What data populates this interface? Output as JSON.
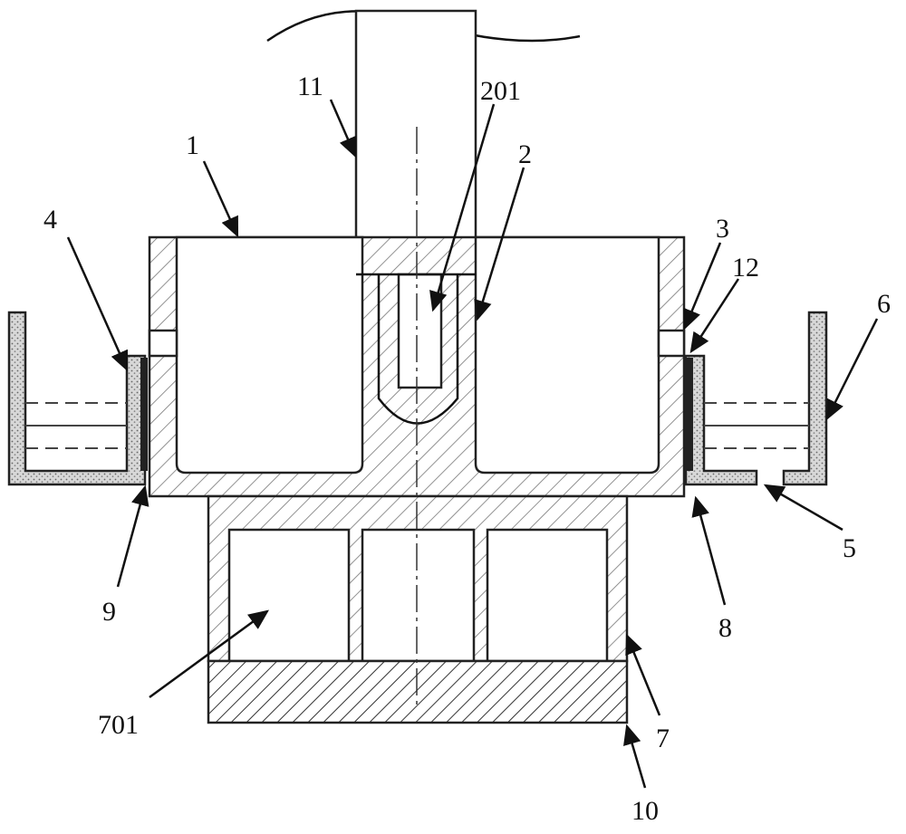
{
  "figure": {
    "labels": {
      "l11": "11",
      "l201": "201",
      "l1": "1",
      "l2": "2",
      "l4": "4",
      "l3": "3",
      "l12": "12",
      "l6": "6",
      "l5": "5",
      "l9": "9",
      "l8": "8",
      "l701": "701",
      "l7": "7",
      "l10": "10"
    }
  }
}
